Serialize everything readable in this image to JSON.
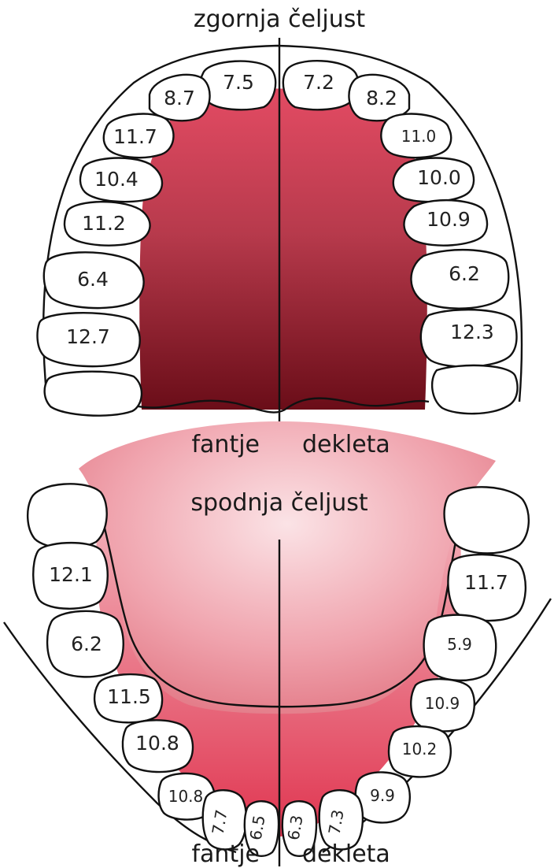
{
  "upper_title": "zgornja čeljust",
  "lower_title": "spodnja čeljust",
  "middle_left": "fantje",
  "middle_right": "dekleta",
  "bottom_left": "fantje",
  "bottom_right": "dekleta",
  "upper_left_values": [
    "7.5",
    "8.7",
    "11.7",
    "10.4",
    "11.2",
    "6.4",
    "12.7",
    ""
  ],
  "upper_right_values": [
    "7.2",
    "8.2",
    "11.0",
    "10.0",
    "10.9",
    "6.2",
    "12.3",
    ""
  ],
  "lower_left_values": [
    "",
    "12.1",
    "6.2",
    "11.5",
    "10.8",
    "10.8",
    "7.7",
    "6.5"
  ],
  "lower_right_values": [
    "",
    "11.7",
    "5.9",
    "10.9",
    "10.2",
    "9.9",
    "7.3",
    "6.3"
  ],
  "colors": {
    "palate_dark": "#6e0e18",
    "palate_light": "#e3546a",
    "tongue": "#f2a3ad",
    "gum_lower": "#e04a5e"
  }
}
